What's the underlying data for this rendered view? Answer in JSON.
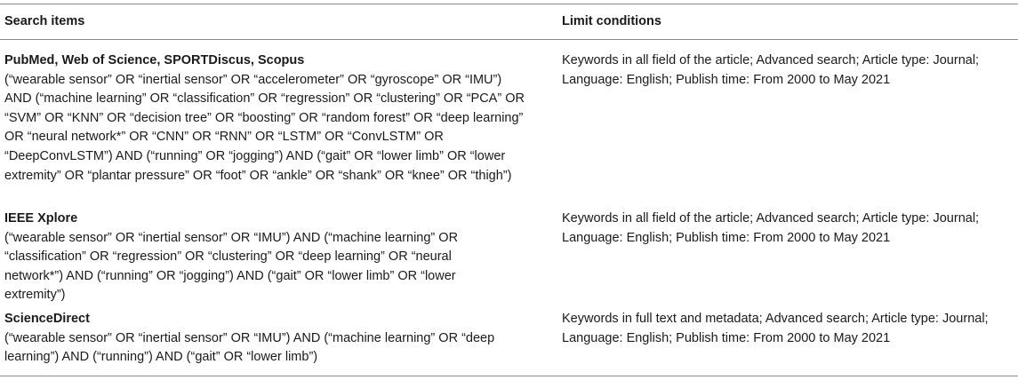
{
  "headers": {
    "search_items": "Search items",
    "limit_conditions": "Limit conditions"
  },
  "rows": [
    {
      "databases": "PubMed, Web of Science, SPORTDiscus, Scopus",
      "query": "(“wearable sensor” OR “inertial sensor” OR “accelerometer” OR “gyroscope” OR “IMU”) AND (“machine learning” OR “classification” OR “regression” OR “clustering” OR “PCA” OR “SVM” OR “KNN” OR “decision tree” OR “boosting” OR “random forest” OR “deep learning” OR “neural network*” OR “CNN” OR “RNN” OR “LSTM” OR “ConvLSTM” OR “DeepConvLSTM”) AND (“running” OR “jogging”) AND (“gait” OR “lower limb” OR “lower extremity” OR “plantar pressure” OR “foot” OR “ankle” OR “shank” OR “knee” OR “thigh”)",
      "limits": "Keywords in all field of the article; Advanced search; Article type: Journal; Language: English; Publish time: From 2000 to May 2021"
    },
    {
      "databases": "IEEE Xplore",
      "query": "(“wearable sensor” OR “inertial sensor” OR “IMU”) AND (“machine learning” OR “classification” OR “regression” OR “clustering” OR “deep learning” OR “neural network*”) AND (“running” OR “jogging”) AND (“gait” OR “lower limb” OR “lower extremity”)",
      "limits": "Keywords in all field of the article; Advanced search; Article type: Journal; Language: English; Publish time: From 2000 to May 2021"
    },
    {
      "databases": "ScienceDirect",
      "query": "(“wearable sensor” OR “inertial sensor” OR “IMU”) AND (“machine learning” OR “deep learning”) AND (“running”) AND (“gait” OR “lower limb”)",
      "limits": "Keywords in full text and metadata; Advanced search; Article type: Journal; Language: English; Publish time: From 2000 to May 2021"
    }
  ]
}
